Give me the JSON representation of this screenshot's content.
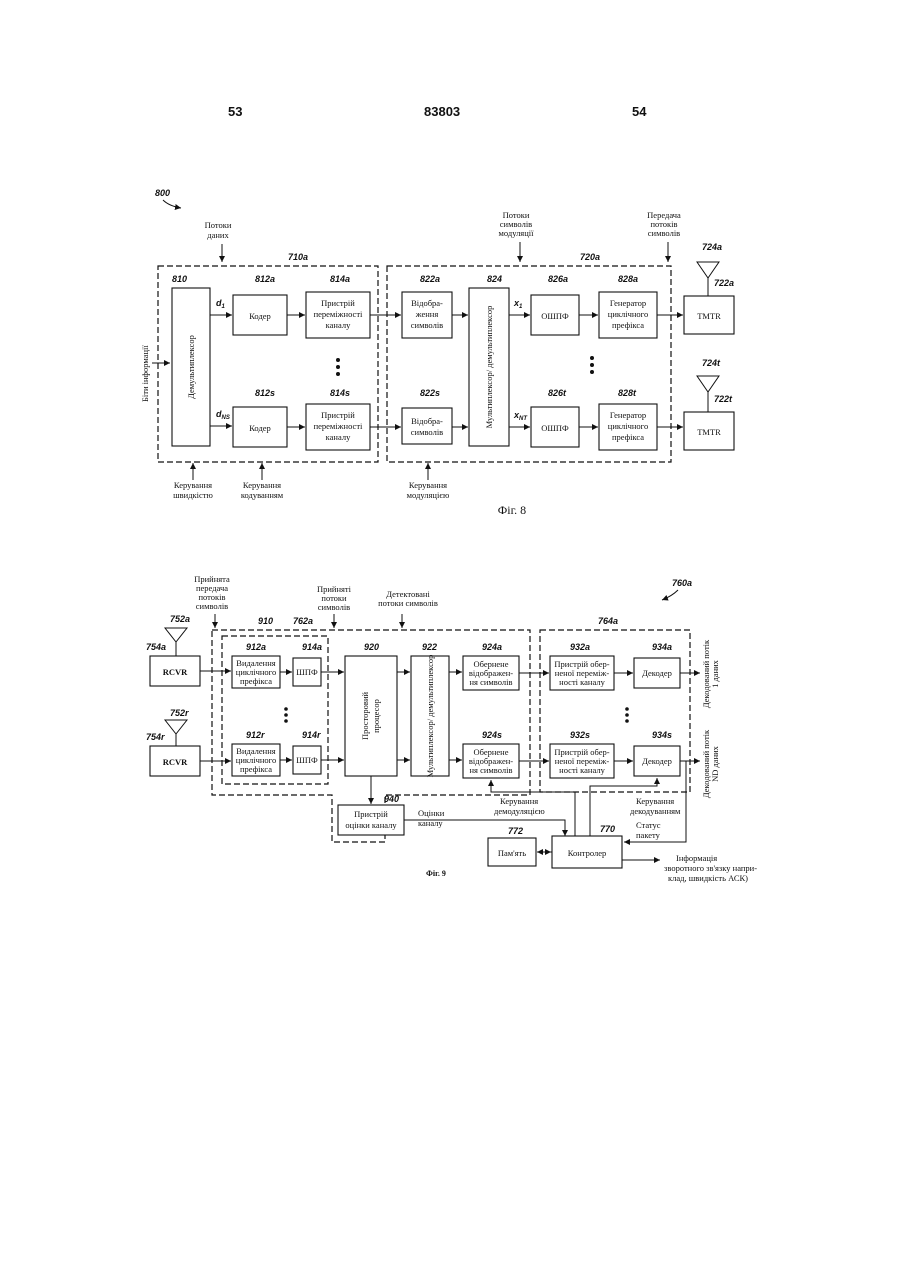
{
  "header": {
    "left_page": "53",
    "doc_number": "83803",
    "right_page": "54"
  },
  "fig8": {
    "ref_800": "800",
    "data_streams": [
      "Потоки",
      "даних"
    ],
    "mod_streams": [
      "Потоки",
      "символів",
      "модуляції"
    ],
    "tx_streams": [
      "Передача",
      "потоків",
      "символів"
    ],
    "ref_710": "710a",
    "ref_720": "720a",
    "info_bits": "Біти інформації",
    "ref_810": "810",
    "demux": "Демультиплексор",
    "ref_812a": "812a",
    "ref_812s": "812s",
    "coder": "Кодер",
    "ref_814a": "814a",
    "ref_814s": "814s",
    "interleaver": [
      "Пристрій",
      "переміжності",
      "каналу"
    ],
    "ref_822a": "822a",
    "ref_822s": "822s",
    "mapper": [
      "Відобра-",
      "ження",
      "символів"
    ],
    "ref_824": "824",
    "mux": "Мультиплексор/ демультиплексор",
    "ref_826a": "826a",
    "ref_826t": "826t",
    "ifft": "ОШПФ",
    "ref_828a": "828a",
    "ref_828t": "828t",
    "cp_gen": [
      "Генератор",
      "циклічного",
      "префікса"
    ],
    "tmtr": "TMTR",
    "ref_724a": "724a",
    "ref_724t": "724t",
    "ref_722a": "722a",
    "ref_722t": "722t",
    "d1": "d",
    "d1_sub": "1",
    "dn": "d",
    "dn_sub": "NS",
    "x1": "x",
    "x1_sub": "1",
    "xn": "x",
    "xn_sub": "NT",
    "rate_ctrl": [
      "Керування",
      "швидкістю"
    ],
    "coding_ctrl": [
      "Керування",
      "кодуванням"
    ],
    "mod_ctrl": [
      "Керування",
      "модуляцією"
    ],
    "caption": "Фіг. 8"
  },
  "fig9": {
    "ref_760": "760a",
    "rx_streams": [
      "Прийнята",
      "передача",
      "потоків",
      "символів"
    ],
    "rx_sym": [
      "Прийняті",
      "потоки",
      "символів"
    ],
    "det_streams": [
      "Детектовані",
      "потоки символів"
    ],
    "ref_752a": "752a",
    "ref_752r": "752r",
    "ref_754a": "754a",
    "ref_754r": "754r",
    "rcvr": "RCVR",
    "ref_910": "910",
    "ref_762": "762a",
    "ref_912a": "912a",
    "ref_912r": "912r",
    "cp_remove": [
      "Видалення",
      "циклічного",
      "префікса"
    ],
    "ref_914a": "914a",
    "ref_914r": "914r",
    "fft": "ШПФ",
    "ref_920": "920",
    "spatial": [
      "Просторовий",
      "процесор"
    ],
    "ref_922": "922",
    "mux": "Мультиплексор/ демультиплексор",
    "ref_924a": "924a",
    "ref_924s": "924s",
    "demapper": [
      "Обернене",
      "відображен-",
      "ня символів"
    ],
    "demapper2": [
      "Обернене",
      "відображен-",
      "ня символів"
    ],
    "ref_764": "764a",
    "ref_932a": "932a",
    "ref_932s": "932s",
    "deinterleaver": [
      "Пристрій обер-",
      "неної переміж-",
      "ності каналу"
    ],
    "ref_934a": "934a",
    "ref_934s": "934s",
    "decoder": "Декодер",
    "out_1": [
      "Декодований потік",
      "1 даних"
    ],
    "out_n": [
      "Декодований потік",
      "ND даних"
    ],
    "ref_940": "940",
    "chan_est": [
      "Пристрій",
      "оцінки каналу"
    ],
    "chan_est_lbl": [
      "Оцінки",
      "каналу"
    ],
    "demod_ctrl": [
      "Керування",
      "демодуляцією"
    ],
    "dec_ctrl": [
      "Керування",
      "декодуванням"
    ],
    "pkt_status": [
      "Статус",
      "пакету"
    ],
    "ref_772": "772",
    "memory": "Пам'ять",
    "ref_770": "770",
    "controller": "Контролер",
    "feedback": [
      "Інформація",
      "зворотного зв'язку напри-",
      "клад, швидкість АСК)"
    ],
    "caption": "Фіг. 9"
  }
}
